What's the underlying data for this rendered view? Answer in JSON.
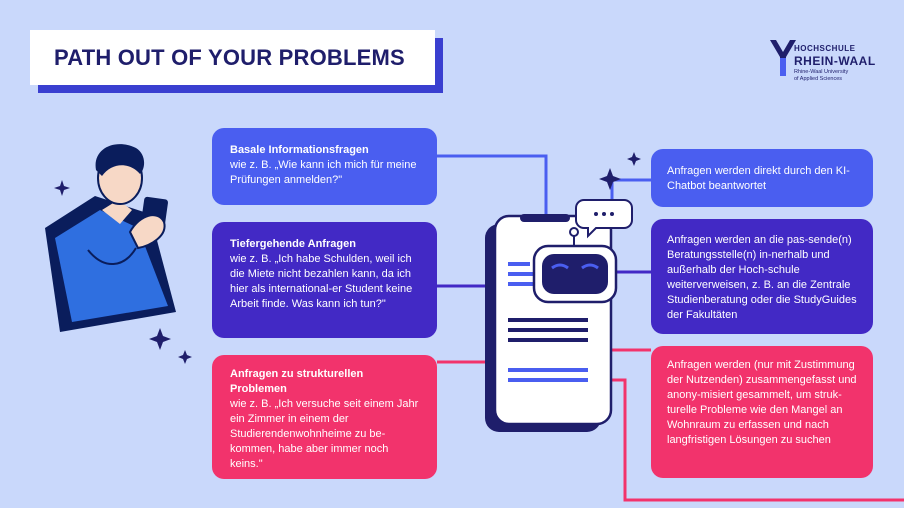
{
  "title": "PATH OUT OF YOUR PROBLEMS",
  "logo": {
    "line1": "HOCHSCHULE",
    "line2": "RHEIN-WAAL",
    "line3": "Rhine-Waal University",
    "line4": "of Applied Sciences"
  },
  "left_boxes": [
    {
      "heading": "Basale Informationsfragen",
      "text": "wie z. B. „Wie kann ich mich für meine Prüfungen anmelden?\""
    },
    {
      "heading": "Tiefergehende Anfragen",
      "text": "wie z. B. „Ich habe Schulden, weil ich die Miete nicht bezahlen kann, da ich hier als international-er Student keine Arbeit finde. Was kann ich tun?\""
    },
    {
      "heading": "Anfragen zu strukturellen Problemen",
      "text": "wie z. B. „Ich versuche seit einem Jahr ein Zimmer in einem der Studierendenwohnheime zu be-kommen, habe aber immer noch keins.\""
    }
  ],
  "right_boxes": [
    {
      "text": "Anfragen werden direkt durch den KI-Chatbot beantwortet"
    },
    {
      "text": "Anfragen werden an die pas-sende(n) Beratungsstelle(n) in-nerhalb und außerhalb der Hoch-schule weiterverweisen, z. B. an die Zentrale Studienberatung oder die StudyGuides der Fakultäten"
    },
    {
      "text": "Anfragen werden (nur mit Zustimmung der Nutzenden) zusammengefasst und anony-misiert gesammelt, um struk-turelle Probleme wie den Mangel an Wohnraum zu erfassen und nach langfristigen Lösungen zu suchen"
    }
  ],
  "colors": {
    "background": "#c9d8fb",
    "blue": "#4a5ef0",
    "violet": "#4229c5",
    "pink": "#f2336c",
    "navy": "#1f1e6b"
  },
  "icons": [
    "sparkle-icon",
    "speech-bubble-icon",
    "robot-icon",
    "person-with-phone-illustration",
    "smartphone-illustration"
  ]
}
